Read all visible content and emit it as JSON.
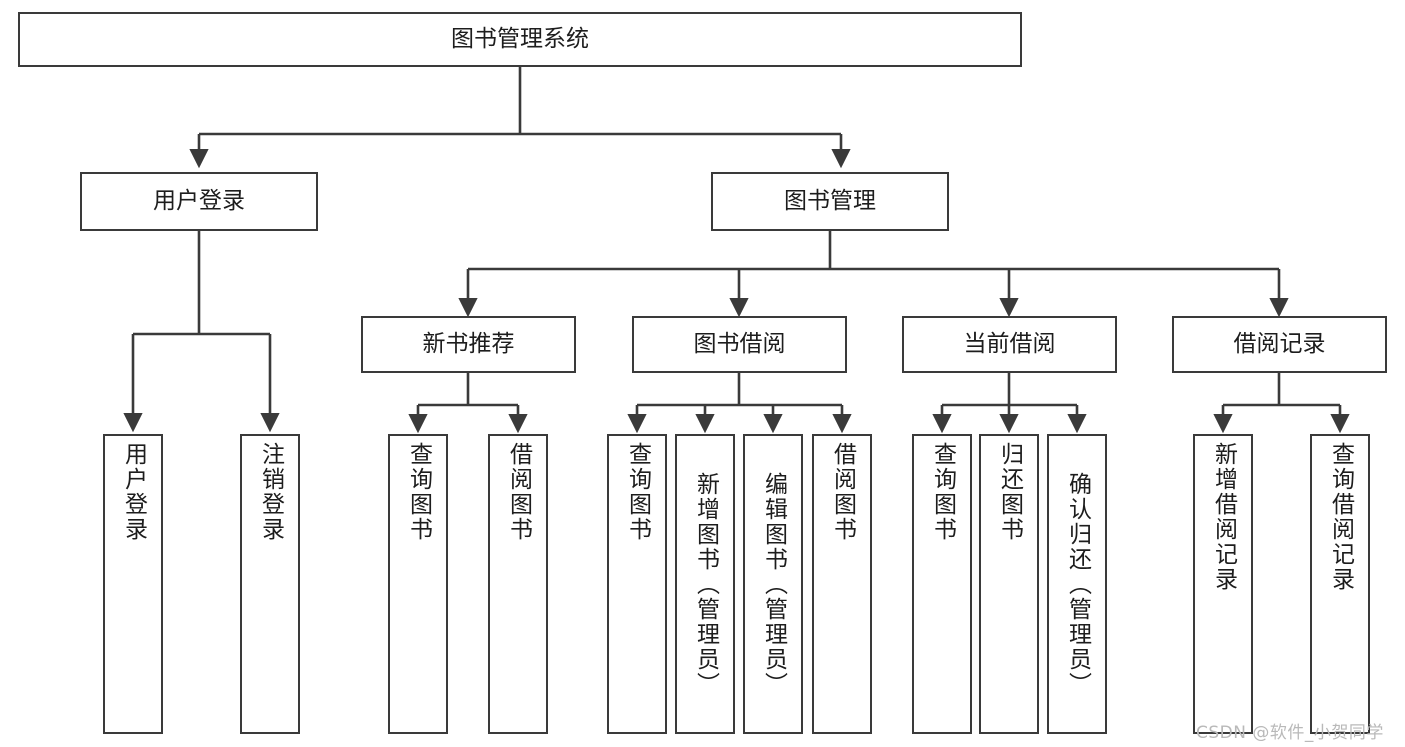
{
  "diagram": {
    "title": "图书管理系统",
    "type": "tree-hierarchy",
    "watermark": "CSDN @软件_小贺同学",
    "colors": {
      "box_border": "#3a3a3a",
      "box_fill": "#ffffff",
      "edge": "#3a3a3a",
      "text": "#1d1d1d",
      "watermark": "#b9b9b9",
      "background": "#ffffff"
    },
    "root": {
      "label": "图书管理系统"
    },
    "level2": [
      {
        "label": "用户登录"
      },
      {
        "label": "图书管理"
      }
    ],
    "level3": [
      {
        "label": "新书推荐"
      },
      {
        "label": "图书借阅"
      },
      {
        "label": "当前借阅"
      },
      {
        "label": "借阅记录"
      }
    ],
    "leaves": {
      "user_login": [
        {
          "label": "用户登录"
        },
        {
          "label": "注销登录"
        }
      ],
      "new_book_recommend": [
        {
          "label": "查询图书"
        },
        {
          "label": "借阅图书"
        }
      ],
      "book_borrow": [
        {
          "label": "查询图书"
        },
        {
          "label": "新增图书（管理员）"
        },
        {
          "label": "编辑图书（管理员）"
        },
        {
          "label": "借阅图书"
        }
      ],
      "current_borrow": [
        {
          "label": "查询图书"
        },
        {
          "label": "归还图书"
        },
        {
          "label": "确认归还（管理员）"
        }
      ],
      "borrow_record": [
        {
          "label": "新增借阅记录"
        },
        {
          "label": "查询借阅记录"
        }
      ]
    }
  }
}
